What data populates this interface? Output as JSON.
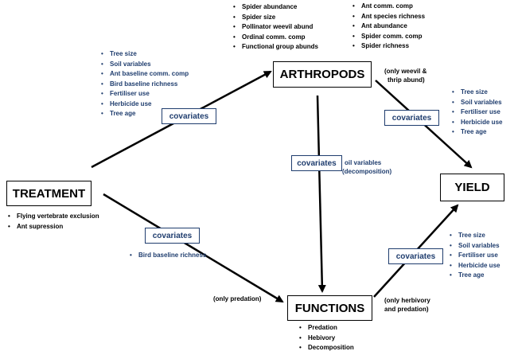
{
  "nodes": {
    "treatment": "TREATMENT",
    "arthropods": "ARTHROPODS",
    "functions": "FUNCTIONS",
    "yield": "YIELD"
  },
  "covariate_label": "covariates",
  "lists": {
    "arthropod_measures_left": [
      "Spider abundance",
      "Spider size",
      "Pollinator weevil abund",
      "Ordinal comm. comp",
      "Functional group abunds"
    ],
    "arthropod_measures_right": [
      "Ant comm. comp",
      "Ant species richness",
      "Ant abundance",
      "Spider comm. comp",
      "Spider richness"
    ],
    "treatment_to_arthropods_covariates": [
      "Tree size",
      "Soil variables",
      "Ant baseline comm. comp",
      "Bird baseline richness",
      "Fertiliser use",
      "Herbicide use",
      "Tree age"
    ],
    "arthropods_to_yield_covariates": [
      "Tree size",
      "Soil variables",
      "Fertiliser use",
      "Herbicide use",
      "Tree age"
    ],
    "functions_to_yield_covariates": [
      "Tree size",
      "Soil variables",
      "Fertiliser use",
      "Herbicide use",
      "Tree age"
    ],
    "treatment_to_functions_covariates": [
      "Bird baseline richness"
    ],
    "treatments": [
      "Flying vertebrate exclusion",
      "Ant supression"
    ],
    "functions": [
      "Predation",
      "Hebivory",
      "Decomposition"
    ]
  },
  "notes": {
    "arthropods_to_yield": [
      "(only weevil &",
      "thrip abund)"
    ],
    "arthropods_to_functions": [
      "oil variables",
      "(decomposition)"
    ],
    "treatment_to_functions": [
      "(only predation)"
    ],
    "functions_to_yield": [
      "(only herbivory",
      "and predation)"
    ]
  },
  "colors": {
    "text": "#000000",
    "covariate_text": "#1f3d6e",
    "arrow": "#000000"
  }
}
